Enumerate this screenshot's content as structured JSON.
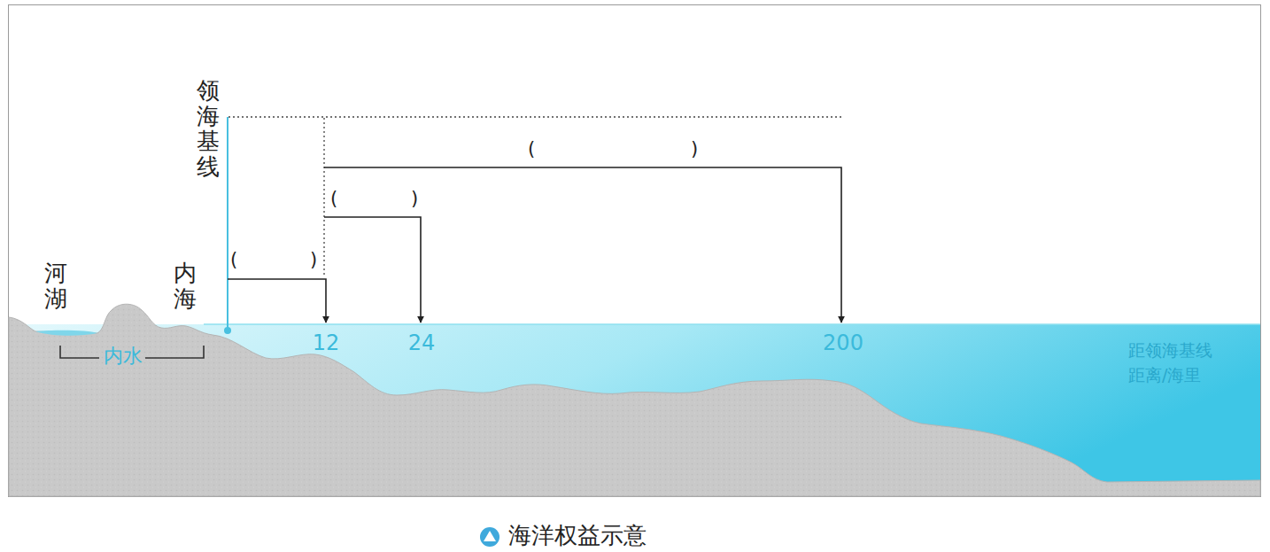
{
  "diagram": {
    "caption": "海洋权益示意",
    "labels": [
      "领海基线",
      "河湖",
      "内海",
      "内水",
      "(",
      ")",
      "(",
      ")",
      "(",
      ")",
      "12",
      "24",
      "200",
      "距领海基线 距离/海里"
    ]
  }
}
